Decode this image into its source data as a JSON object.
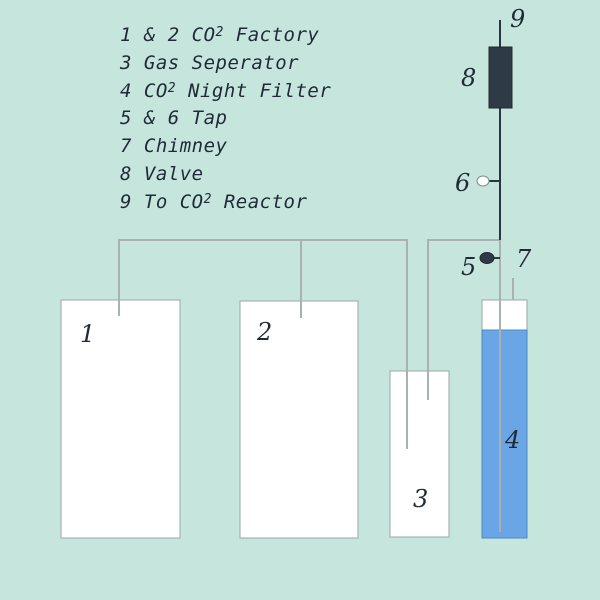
{
  "legend": [
    {
      "pre": "1 & 2 CO",
      "sup": "2",
      "post": " Factory"
    },
    {
      "pre": "3 Gas Seperator",
      "sup": "",
      "post": ""
    },
    {
      "pre": "4 CO",
      "sup": "2",
      "post": " Night Filter"
    },
    {
      "pre": "5 & 6 Tap",
      "sup": "",
      "post": ""
    },
    {
      "pre": "7 Chimney",
      "sup": "",
      "post": ""
    },
    {
      "pre": "8 Valve",
      "sup": "",
      "post": ""
    },
    {
      "pre": "9 To CO",
      "sup": "2",
      "post": " Reactor"
    }
  ],
  "labels": {
    "n1": "1",
    "n2": "2",
    "n3": "3",
    "n4": "4",
    "n5": "5",
    "n6": "6",
    "n7": "7",
    "n8": "8",
    "n9": "9"
  },
  "colors": {
    "background": "#c6e6dd",
    "container": "#ffffff",
    "tube": "#a9b2b0",
    "liquid": "#6aa6e6",
    "valve": "#2e3a46",
    "dark_line": "#2b3640"
  }
}
